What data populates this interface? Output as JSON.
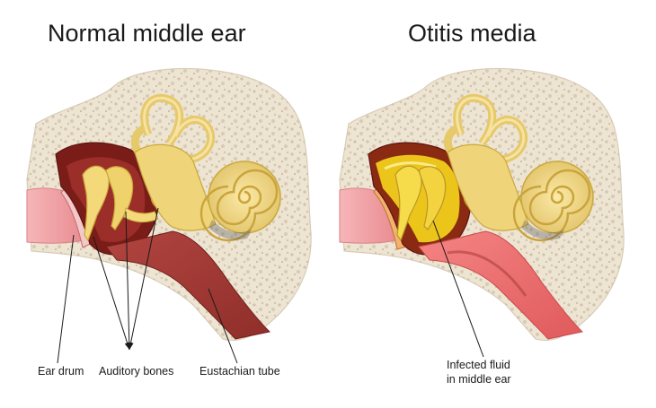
{
  "titles": {
    "left": "Normal middle ear",
    "right": "Otitis media"
  },
  "labels": {
    "ear_drum": "Ear drum",
    "auditory_bones": "Auditory bones",
    "eustachian_tube": "Eustachian tube",
    "infected_fluid_line1": "Infected fluid",
    "infected_fluid_line2": "in middle ear"
  },
  "colors": {
    "bone": "#efe6d6",
    "bone_dots": "#cfc3b0",
    "canal_pink": "#f3a9ad",
    "cavity_dark": "#7b1e1a",
    "cavity_red": "#b23a35",
    "tube_red": "#a8403c",
    "tube_pink": "#f27b7a",
    "ossicle_yellow": "#f3d97a",
    "ossicle_edge": "#c9a83a",
    "fluid_yellow": "#f4d21c",
    "cochlea": "#efd783"
  }
}
